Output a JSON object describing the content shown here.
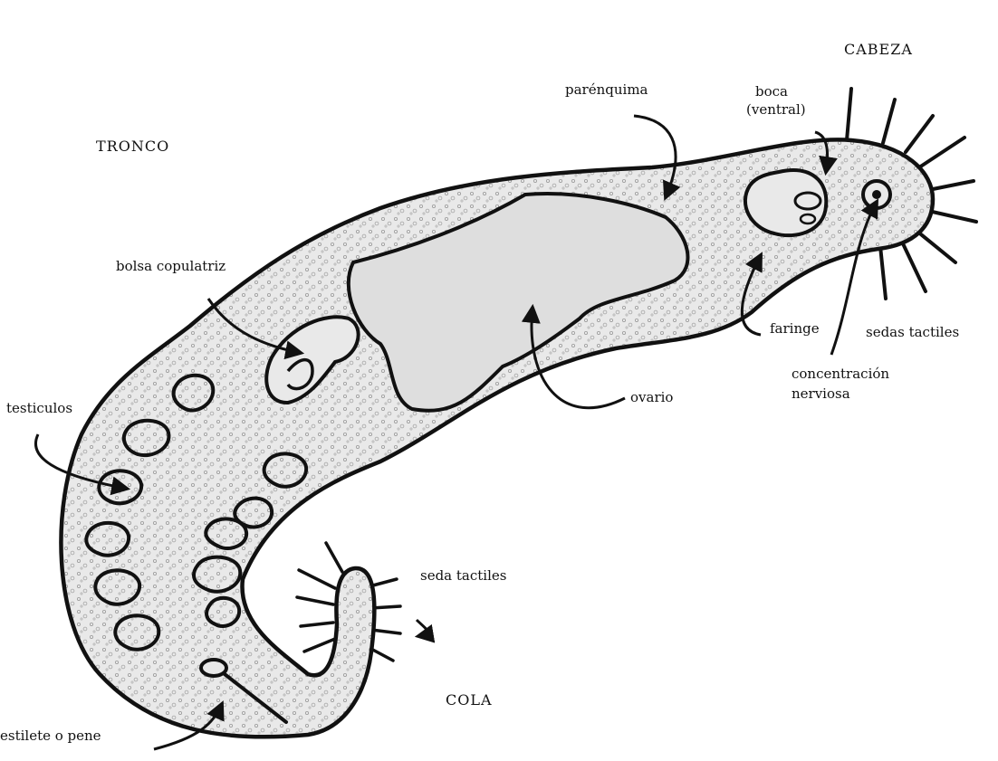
{
  "diagram": {
    "regions": {
      "head": "CABEZA",
      "trunk": "TRONCO",
      "tail": "COLA"
    },
    "labels": {
      "parenchyma": "parénquima",
      "mouth_line1": "boca",
      "mouth_line2": "(ventral)",
      "copulatory_bursa": "bolsa copulatriz",
      "testicles": "testiculos",
      "pharynx": "faringe",
      "tactile_setae_head": "sedas tactiles",
      "nerve_concentration_line1": "concentración",
      "nerve_concentration_line2": "nerviosa",
      "ovary": "ovario",
      "tactile_setae_tail": "seda tactiles",
      "stylet": "estilete o pene"
    },
    "colors": {
      "ink": "#111111",
      "body_fill": "#e9e9e9",
      "ovary_fill": "#dedede",
      "background": "#ffffff"
    }
  }
}
